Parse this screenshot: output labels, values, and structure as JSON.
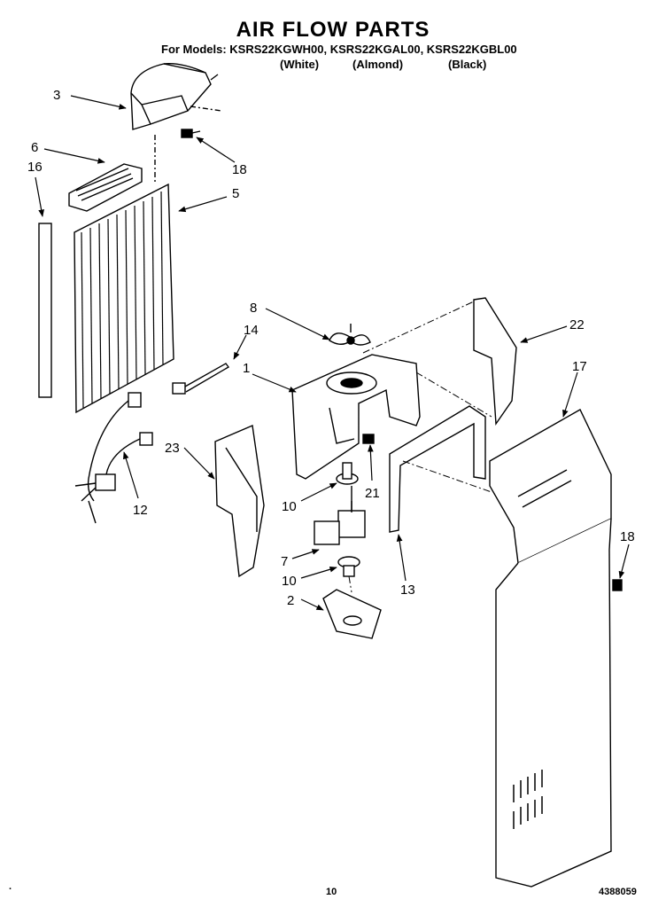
{
  "header": {
    "title": "AIR FLOW PARTS",
    "models_line": "For Models: KSRS22KGWH00, KSRS22KGAL00, KSRS22KGBL00",
    "colors": [
      "(White)",
      "(Almond)",
      "(Black)"
    ]
  },
  "callouts": {
    "c3": "3",
    "c6": "6",
    "c16": "16",
    "c18a": "18",
    "c5": "5",
    "c8": "8",
    "c14": "14",
    "c1": "1",
    "c22": "22",
    "c17": "17",
    "c23": "23",
    "c12": "12",
    "c10a": "10",
    "c21": "21",
    "c7": "7",
    "c10b": "10",
    "c2": "2",
    "c13": "13",
    "c18b": "18"
  },
  "footer": {
    "page_number": "10",
    "doc_number": "4388059",
    "mark": "."
  }
}
